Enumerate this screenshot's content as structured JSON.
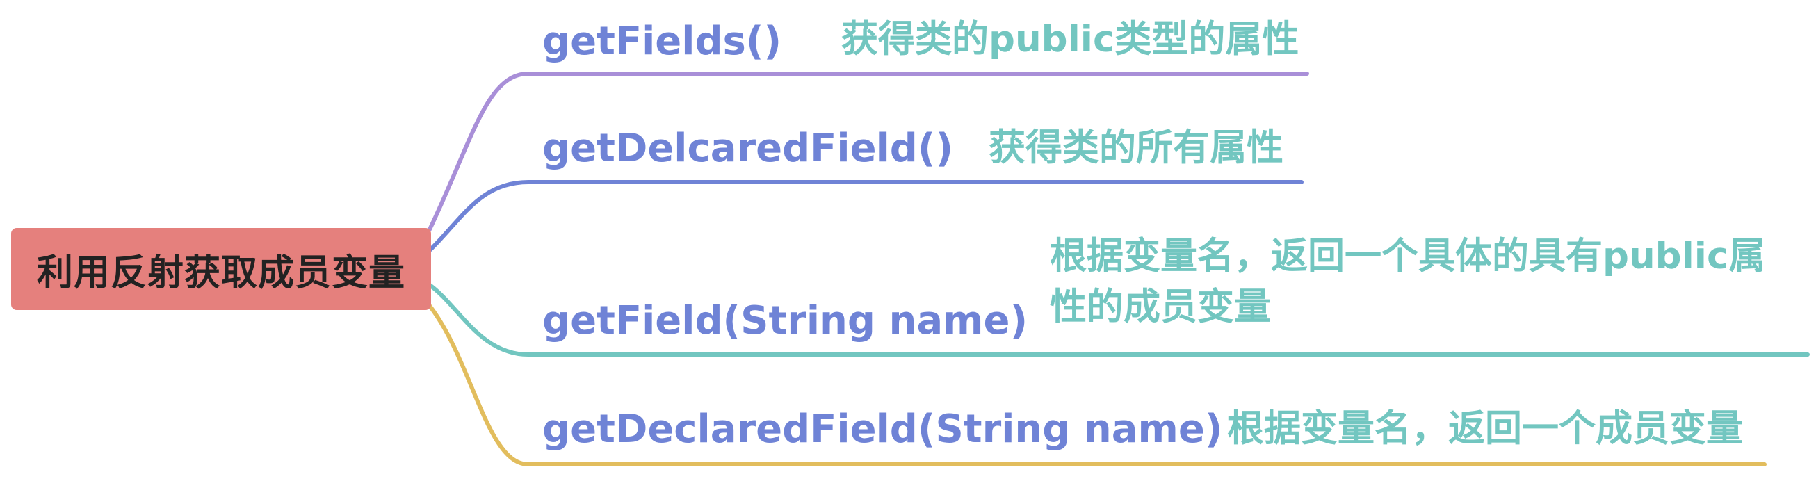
{
  "root": {
    "label": "利用反射获取成员变量",
    "color": "#e5807d"
  },
  "branches": [
    {
      "method": "getFields()",
      "description_lines": [
        "获得类的public类型的属性"
      ],
      "line_color": "#a98fd8"
    },
    {
      "method": "getDelcaredField()",
      "description_lines": [
        "获得类的所有属性"
      ],
      "line_color": "#6f83d6"
    },
    {
      "method": "getField(String name)",
      "description_lines": [
        "根据变量名，返回一个具体的具有public属",
        "性的成员变量"
      ],
      "line_color": "#72c6c0"
    },
    {
      "method": "getDeclaredField(String name)",
      "description_lines": [
        "根据变量名，返回一个成员变量"
      ],
      "line_color": "#e2bd5d"
    }
  ],
  "colors": {
    "method_text": "#6f83d6",
    "description_text": "#72c6c0"
  }
}
